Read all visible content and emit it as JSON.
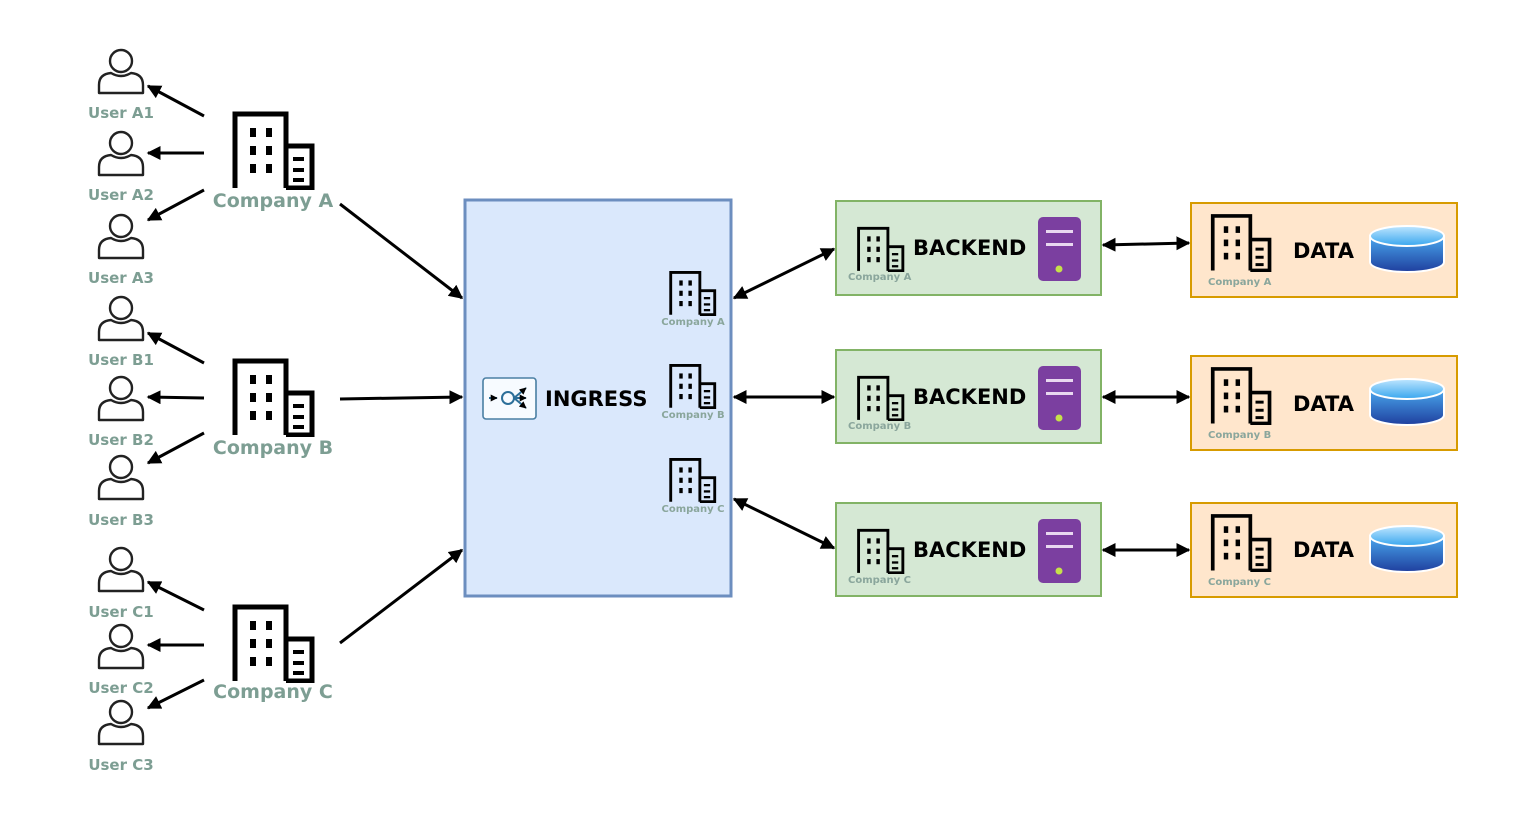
{
  "users": [
    "User A1",
    "User A2",
    "User A3",
    "User B1",
    "User B2",
    "User B3",
    "User C1",
    "User C2",
    "User C3"
  ],
  "companies": [
    "Company A",
    "Company B",
    "Company C"
  ],
  "ingress": {
    "label": "INGRESS",
    "tenant_labels": [
      "Company A",
      "Company B",
      "Company C"
    ]
  },
  "backends": [
    {
      "label": "BACKEND",
      "tenant": "Company A"
    },
    {
      "label": "BACKEND",
      "tenant": "Company B"
    },
    {
      "label": "BACKEND",
      "tenant": "Company C"
    }
  ],
  "data_stores": [
    {
      "label": "DATA",
      "tenant": "Company A"
    },
    {
      "label": "DATA",
      "tenant": "Company B"
    },
    {
      "label": "DATA",
      "tenant": "Company C"
    }
  ],
  "colors": {
    "user_label": "#7d9e93",
    "ingress_fill": "#dae8fc",
    "ingress_stroke": "#6c8ebf",
    "backend_fill": "#d5e8d4",
    "backend_stroke": "#82b366",
    "data_fill": "#ffe6cc",
    "data_stroke": "#d79b00",
    "server": "#7b3fa0",
    "database": "#1f6ed4"
  },
  "icons": {
    "user": "user-icon",
    "company": "building-icon",
    "ingress": "ingress-icon",
    "server": "server-icon",
    "database": "database-icon"
  }
}
